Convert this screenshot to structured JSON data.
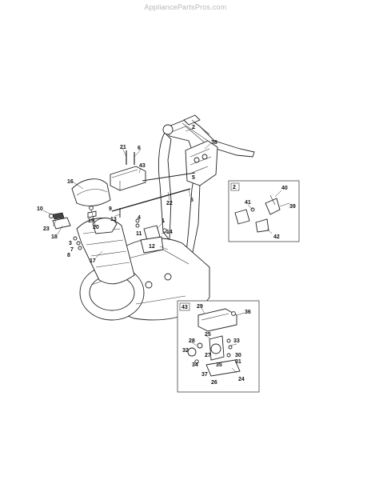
{
  "watermark": "AppliancePartsPros.com",
  "callouts": {
    "c1": "1",
    "c2": "2",
    "c3": "3",
    "c4": "4",
    "c5": "5",
    "c5b": "5",
    "c6": "6",
    "c7": "7",
    "c8": "8",
    "c9": "9",
    "c10": "10",
    "c11": "11",
    "c12": "12",
    "c13": "13",
    "c14": "14",
    "c16": "16",
    "c17": "17",
    "c18": "18",
    "c19": "19",
    "c20": "20",
    "c21": "21",
    "c22": "22",
    "c23": "23",
    "c38": "38",
    "c43": "43"
  },
  "inset_2": {
    "tag": "2",
    "callouts": {
      "c39": "39",
      "c40": "40",
      "c41": "41",
      "c42": "42"
    }
  },
  "inset_43": {
    "tag": "43",
    "callouts": {
      "c24": "24",
      "c25": "25",
      "c26": "26",
      "c27": "27",
      "c28": "28",
      "c29": "29",
      "c30": "30",
      "c31": "31",
      "c32": "32",
      "c33": "33",
      "c34": "34",
      "c35": "35",
      "c36": "36",
      "c37": "37"
    }
  }
}
